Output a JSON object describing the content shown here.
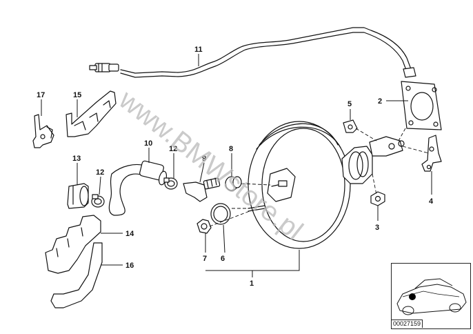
{
  "watermark": "www.BMWstore.pl",
  "catalog_number": "00027159",
  "callouts": {
    "c1": "1",
    "c2": "2",
    "c3": "3",
    "c4": "4",
    "c5": "5",
    "c6": "6",
    "c7": "7",
    "c8": "8",
    "c9": "9",
    "c10": "10",
    "c11": "11",
    "c12a": "12",
    "c12b": "12",
    "c13": "13",
    "c14": "14",
    "c15": "15",
    "c16": "16",
    "c17": "17"
  }
}
